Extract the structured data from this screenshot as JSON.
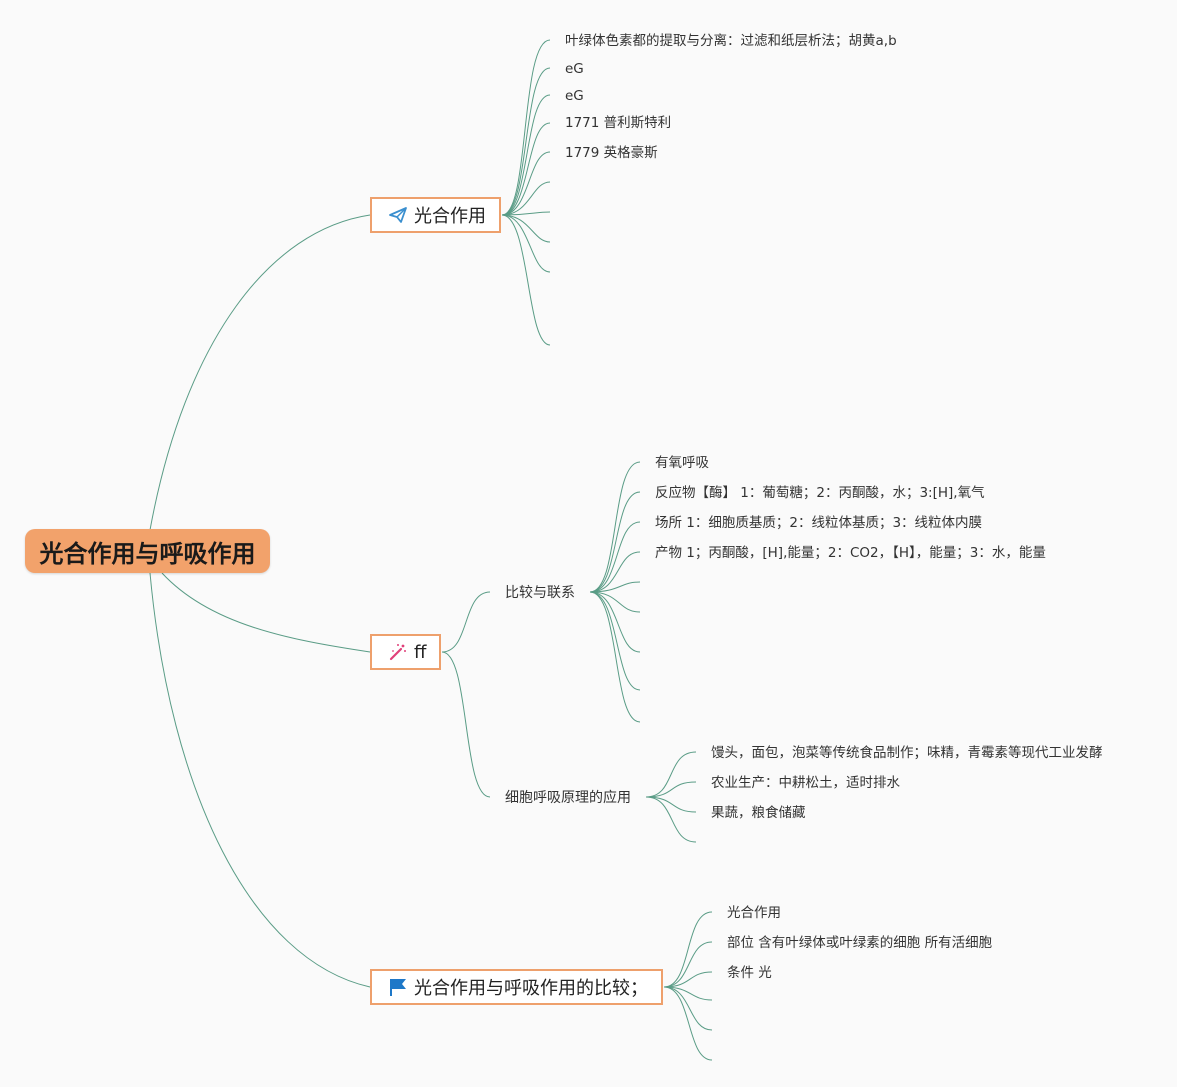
{
  "root": {
    "label": "光合作用与呼吸作用"
  },
  "branches": [
    {
      "label": "光合作用",
      "icon": "paper-plane-icon",
      "leaves": [
        "叶绿体色素都的提取与分离：过滤和纸层析法；胡黄a,b",
        "eG",
        "eG",
        "1771 普利斯特利",
        "1779 英格豪斯"
      ]
    },
    {
      "label": "ff",
      "icon": "magic-wand-icon",
      "children": [
        {
          "label": "比较与联系",
          "leaves": [
            "有氧呼吸",
            "反应物【酶】 1：葡萄糖；2：丙酮酸，水；3:[H],氧气",
            "场所 1：细胞质基质；2：线粒体基质；3：线粒体内膜",
            "产物 1；丙酮酸，[H],能量；2：CO2，【H】，能量；3：水，能量"
          ]
        },
        {
          "label": "细胞呼吸原理的应用",
          "leaves": [
            "馒头，面包，泡菜等传统食品制作；味精，青霉素等现代工业发酵",
            "农业生产：中耕松土，适时排水",
            "果蔬，粮食储藏"
          ]
        }
      ]
    },
    {
      "label": "光合作用与呼吸作用的比较；",
      "icon": "flag-icon",
      "leaves": [
        "光合作用",
        "部位 含有叶绿体或叶绿素的细胞 所有活细胞",
        "条件 光"
      ]
    }
  ],
  "colors": {
    "line": "#5a9c86",
    "root_fill": "#f2a26b",
    "branch_border": "#eea06c"
  }
}
